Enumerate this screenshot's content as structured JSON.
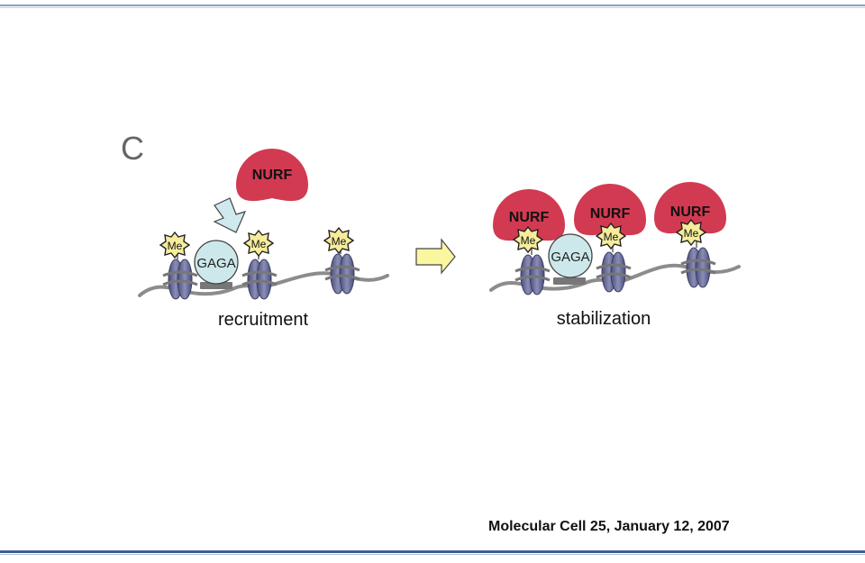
{
  "figure": {
    "panel_letter": "C",
    "left_caption": "recruitment",
    "right_caption": "stabilization",
    "nurf_label": "NURF",
    "gaga_label": "GAGA",
    "me_label": "Me"
  },
  "citation": "Molecular Cell 25, January 12, 2007",
  "colors": {
    "nurf": "#d23a52",
    "gaga": "#cde8ea",
    "me_star": "#f6ec9c",
    "nucleosome": "#6c6f9a",
    "dna": "#8c8c8c",
    "arrow": "#fbf6a0",
    "recruit_arrow": "#cfe9ef",
    "rule": "#3e5f8f"
  }
}
